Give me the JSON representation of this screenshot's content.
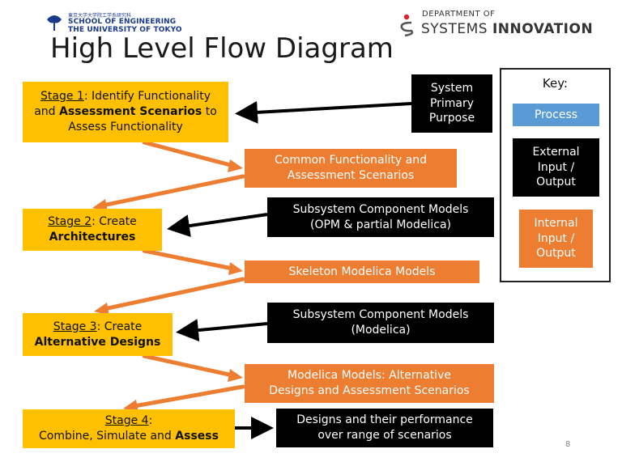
{
  "header": {
    "left_logo_small": "東京大学大学院工学系研究科",
    "left_logo_line1": "SCHOOL OF ENGINEERING",
    "left_logo_line2": "THE UNIVERSITY OF TOKYO",
    "right_logo_dept": "DEPARTMENT OF",
    "right_logo_name_a": "SYSTEMS ",
    "right_logo_name_b": "INNOVATION",
    "title": "High Level Flow Diagram"
  },
  "stages": {
    "s1": {
      "label": "Stage 1",
      "rest_a": ": Identify Functionality",
      "and": "and ",
      "bold": "Assessment Scenarios",
      "rest_b": " to",
      "line3": "Assess Functionality"
    },
    "s2": {
      "label": "Stage 2",
      "rest": ": Create",
      "bold": "Architectures"
    },
    "s3": {
      "label": "Stage 3",
      "rest": ": Create",
      "bold": "Alternative Designs"
    },
    "s4": {
      "label": "Stage 4",
      "rest": ":",
      "line2": "Combine, Simulate and ",
      "bold": "Assess"
    }
  },
  "outputs": {
    "o1": {
      "line1": "Common Functionality and",
      "line2": "Assessment Scenarios"
    },
    "o2": {
      "line1": "Skeleton Modelica Models"
    },
    "o3": {
      "line1": "Modelica Models: Alternative",
      "line2": "Designs and Assessment Scenarios"
    }
  },
  "inputs": {
    "i1": {
      "line1": "System",
      "line2": "Primary",
      "line3": "Purpose"
    },
    "i2": {
      "line1": "Subsystem Component Models",
      "line2": "(OPM & partial Modelica)"
    },
    "i3": {
      "line1": "Subsystem Component Models",
      "line2": "(Modelica)"
    },
    "i4": {
      "line1": "Designs and their performance",
      "line2": "over range of scenarios"
    }
  },
  "key": {
    "title": "Key:",
    "process": "Process",
    "external": {
      "line1": "External",
      "line2": "Input /",
      "line3": "Output"
    },
    "internal": {
      "line1": "Internal",
      "line2": "Input /",
      "line3": "Output"
    }
  },
  "page_number": "8",
  "colors": {
    "stage": "#ffc000",
    "orange": "#ed7d31",
    "black": "#000000",
    "blue": "#5b9bd5"
  }
}
